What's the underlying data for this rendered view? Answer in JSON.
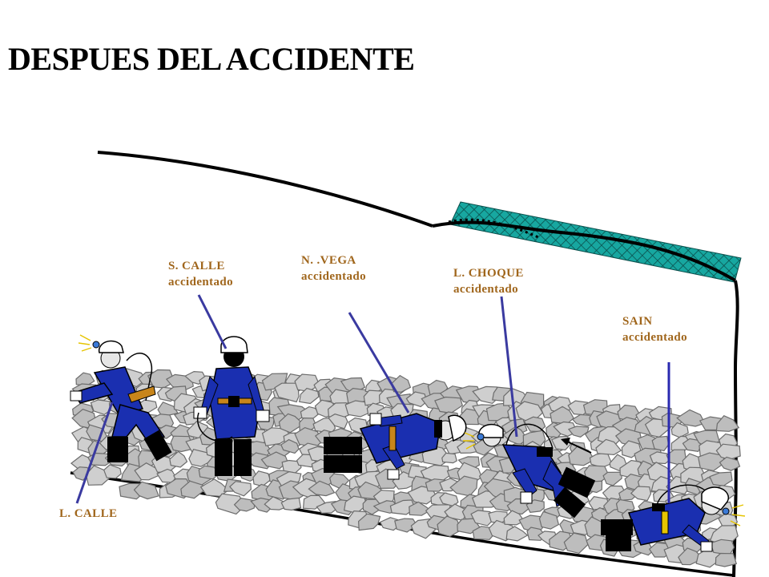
{
  "slide": {
    "title": "DESPUES DEL ACCIDENTE"
  },
  "labels": {
    "s_calle": {
      "name": "S. CALLE",
      "status": "accidentado"
    },
    "n_vega": {
      "name": "N. .VEGA",
      "status": "accidentado"
    },
    "l_choque": {
      "name": "L. CHOQUE",
      "status": "accidentado"
    },
    "sain": {
      "name": "SAIN",
      "status": "accidentado"
    },
    "l_calle": {
      "name": "L. CALLE"
    }
  },
  "colors": {
    "label_text": "#a0661c",
    "pointer_line": "#3a3aa0",
    "uniform": "#1a2fb0",
    "rock_fill": "#c8c8c8",
    "mesh": "#17a7a0"
  }
}
